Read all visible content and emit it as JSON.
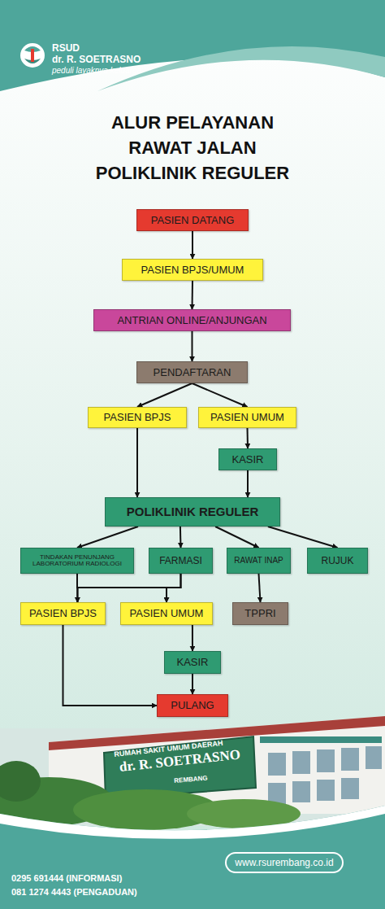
{
  "diagram": {
    "title": "ALUR PELAYANAN RAWAT JALAN POLIKLINIK REGULER",
    "nodes": [
      {
        "text": [
          "PASIEN DATANG"
        ]
      },
      {
        "text": [
          "PASIEN BPJS/UMUM"
        ]
      },
      {
        "text": [
          "ANTRIAN ONLINE/ANJUNGAN"
        ]
      },
      {
        "text": [
          "PENDAFTARAN"
        ]
      },
      {
        "text": [
          "PASIEN BPJS"
        ]
      },
      {
        "text": [
          "PASIEN UMUM"
        ]
      },
      {
        "text": [
          "KASIR"
        ]
      },
      {
        "text": [
          "POLIKLINIK REGULER"
        ]
      },
      {
        "text": [
          "TINDAKAN PENUNJANG LABORATORIUM RADIOLOGI"
        ]
      },
      {
        "text": [
          "FARMASI"
        ]
      },
      {
        "text": [
          "RAWAT INAP"
        ]
      },
      {
        "text": [
          "RUJUK"
        ]
      },
      {
        "text": [
          "PASIEN BPJS"
        ]
      },
      {
        "text": [
          "PASIEN UMUM"
        ]
      },
      {
        "text": [
          "TPPRI"
        ]
      },
      {
        "text": [
          "KASIR"
        ]
      },
      {
        "text": [
          "PULANG"
        ]
      },
      {
        "text": [
          "www.rsurembang.co.id"
        ]
      }
    ],
    "edges": [
      {
        "from": 0,
        "to": 1,
        "arrow": "to"
      },
      {
        "from": 1,
        "to": 2,
        "arrow": "to"
      },
      {
        "from": 2,
        "to": 3,
        "arrow": "to"
      },
      {
        "from": 3,
        "to": 4,
        "arrow": "to"
      },
      {
        "from": 3,
        "to": 5,
        "arrow": "to"
      },
      {
        "from": 5,
        "to": 6,
        "arrow": "to"
      },
      {
        "from": 4,
        "to": 7,
        "arrow": "to"
      },
      {
        "from": 6,
        "to": 7,
        "arrow": "to"
      },
      {
        "from": 7,
        "to": 8,
        "arrow": "to"
      },
      {
        "from": 7,
        "to": 9,
        "arrow": "to"
      },
      {
        "from": 7,
        "to": 10,
        "arrow": "to"
      },
      {
        "from": 7,
        "to": 11,
        "arrow": "to"
      },
      {
        "from": 8,
        "to": 12,
        "arrow": "to"
      },
      {
        "from": 8,
        "to": 13,
        "arrow": "to"
      },
      {
        "from": 9,
        "to": 12,
        "arrow": "to"
      },
      {
        "from": 9,
        "to": 13,
        "arrow": "to"
      },
      {
        "from": 10,
        "to": 14,
        "arrow": "to"
      },
      {
        "from": 13,
        "to": 15,
        "arrow": "to"
      },
      {
        "from": 12,
        "to": 16,
        "arrow": "to"
      },
      {
        "from": 15,
        "to": 16,
        "arrow": "to"
      }
    ],
    "labels": [
      "RSUD",
      "dr. R. SOETRASNO",
      "peduli layaknya keluarga",
      "RUMAH SAKIT UMUM DAERAH",
      "dr. R. SOETRASNO",
      "REMBANG",
      "0295 691444 (INFORMASI)",
      "081 1274 4443 (PENGADUAN)"
    ]
  }
}
